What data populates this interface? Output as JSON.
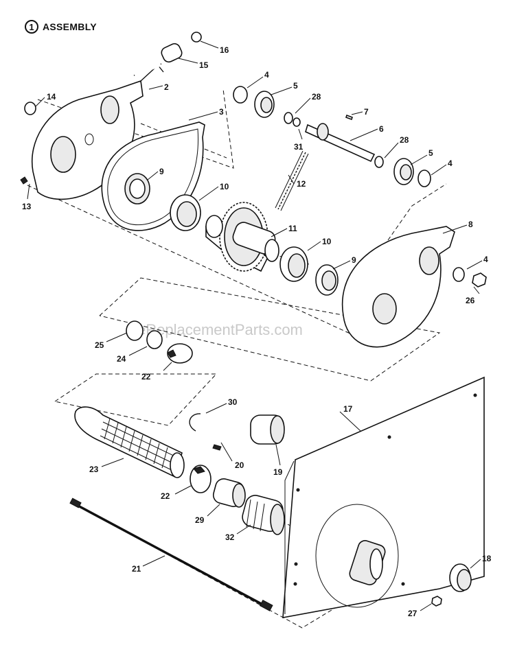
{
  "header": {
    "section_number": "1",
    "section_title": "ASSEMBLY"
  },
  "watermark": "eReplacementParts.com",
  "callouts": {
    "c2": "2",
    "c3": "3",
    "c4a": "4",
    "c4b": "4",
    "c4c": "4",
    "c5a": "5",
    "c5b": "5",
    "c6": "6",
    "c7": "7",
    "c8": "8",
    "c9a": "9",
    "c9b": "9",
    "c10a": "10",
    "c10b": "10",
    "c11": "11",
    "c12": "12",
    "c13": "13",
    "c14": "14",
    "c15": "15",
    "c16": "16",
    "c17": "17",
    "c18": "18",
    "c19": "19",
    "c20": "20",
    "c21": "21",
    "c22a": "22",
    "c22b": "22",
    "c23": "23",
    "c24": "24",
    "c25": "25",
    "c26": "26",
    "c27": "27",
    "c28a": "28",
    "c28b": "28",
    "c29": "29",
    "c30": "30",
    "c31": "31",
    "c32": "32"
  }
}
